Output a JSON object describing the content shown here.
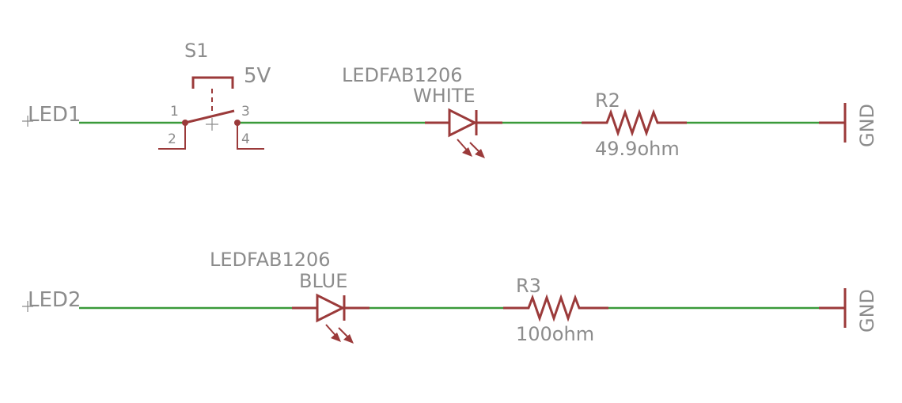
{
  "switch": {
    "name": "S1",
    "value": "5V",
    "pins": [
      "1",
      "2",
      "3",
      "4"
    ]
  },
  "nets": {
    "led1": "LED1",
    "led2": "LED2",
    "gnd1": "GND",
    "gnd2": "GND"
  },
  "led_top": {
    "package": "LEDFAB1206",
    "color": "WHITE"
  },
  "led_bottom": {
    "package": "LEDFAB1206",
    "color": "BLUE"
  },
  "r2": {
    "name": "R2",
    "value": "49.9ohm"
  },
  "r3": {
    "name": "R3",
    "value": "100ohm"
  },
  "colors": {
    "wire": "#3a9a3a",
    "component": "#9b3a3a",
    "label": "#8c8c8c",
    "background": "#ffffff"
  }
}
